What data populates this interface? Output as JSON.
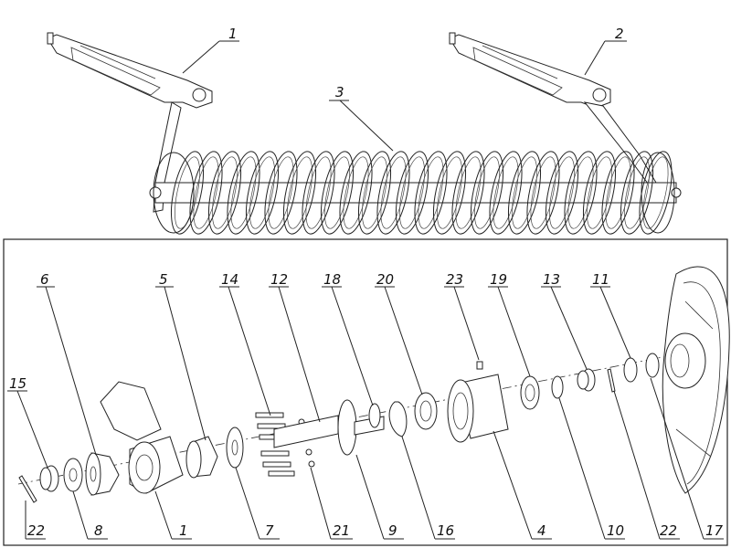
{
  "overview": {
    "callouts": [
      {
        "id": "c1",
        "text": "1"
      },
      {
        "id": "c2",
        "text": "2"
      },
      {
        "id": "c3",
        "text": "3"
      }
    ]
  },
  "detail": {
    "callouts": [
      {
        "id": "d6",
        "text": "6"
      },
      {
        "id": "d5",
        "text": "5"
      },
      {
        "id": "d14",
        "text": "14"
      },
      {
        "id": "d12",
        "text": "12"
      },
      {
        "id": "d18",
        "text": "18"
      },
      {
        "id": "d20",
        "text": "20"
      },
      {
        "id": "d23",
        "text": "23"
      },
      {
        "id": "d19",
        "text": "19"
      },
      {
        "id": "d13",
        "text": "13"
      },
      {
        "id": "d11",
        "text": "11"
      },
      {
        "id": "d15",
        "text": "15"
      },
      {
        "id": "d22a",
        "text": "22"
      },
      {
        "id": "d8",
        "text": "8"
      },
      {
        "id": "d1",
        "text": "1"
      },
      {
        "id": "d7",
        "text": "7"
      },
      {
        "id": "d21",
        "text": "21"
      },
      {
        "id": "d9",
        "text": "9"
      },
      {
        "id": "d16",
        "text": "16"
      },
      {
        "id": "d4",
        "text": "4"
      },
      {
        "id": "d10",
        "text": "10"
      },
      {
        "id": "d22b",
        "text": "22"
      },
      {
        "id": "d17",
        "text": "17"
      }
    ]
  }
}
